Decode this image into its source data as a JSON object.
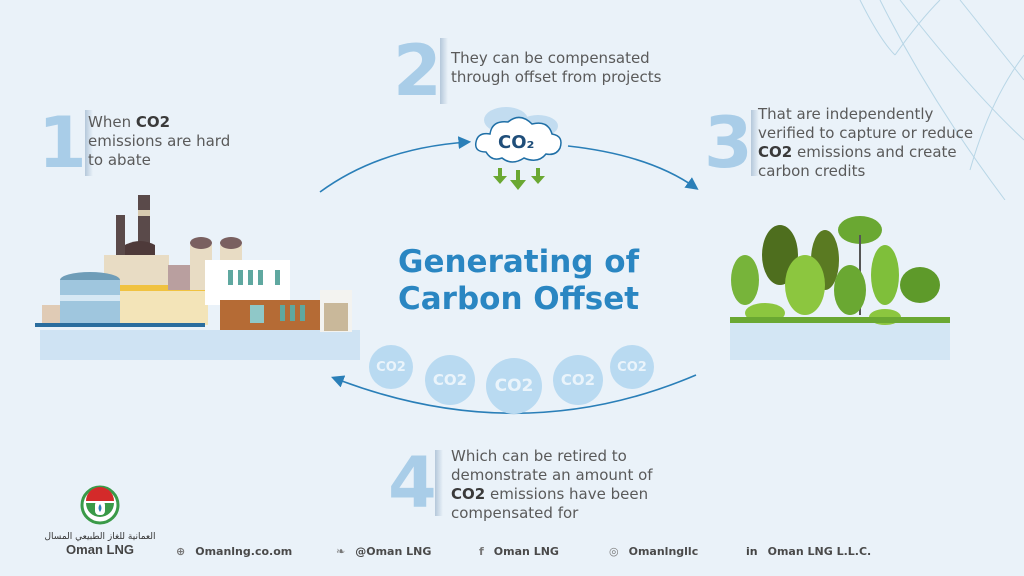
{
  "title": {
    "line1": "Generating of",
    "line2": "Carbon Offset"
  },
  "steps": [
    {
      "number": "1",
      "pre": "When ",
      "bold": "CO2",
      "post": " emissions are hard to abate"
    },
    {
      "number": "2",
      "text": "They can be compensated through offset from projects"
    },
    {
      "number": "3",
      "pre": "That are independently verified to capture or reduce ",
      "bold": "CO2",
      "post": " emissions and create carbon credits"
    },
    {
      "number": "4",
      "pre": "Which can be retired to demonstrate an amount of ",
      "bold": "CO2",
      "post": " emissions have been compensated for"
    }
  ],
  "cloud": {
    "label": "CO₂"
  },
  "bubbles": [
    "CO2",
    "CO2",
    "CO2",
    "CO2",
    "CO2"
  ],
  "logo": {
    "arabic": "العمانية للغاز الطبيعي المسال",
    "name": "Oman LNG"
  },
  "footer": [
    {
      "icon": "globe-icon",
      "glyph": "⊕",
      "label": "Omanlng.co.om"
    },
    {
      "icon": "twitter-icon",
      "glyph": "❧",
      "label": "@Oman LNG"
    },
    {
      "icon": "facebook-icon",
      "glyph": "f",
      "label": "Oman LNG"
    },
    {
      "icon": "instagram-icon",
      "glyph": "◎",
      "label": "Omanlngllc"
    },
    {
      "icon": "linkedin-icon",
      "glyph": "in",
      "label": "Oman LNG L.L.C."
    }
  ],
  "colors": {
    "background": "#eaf2f9",
    "accent": "#2a86c2",
    "number": "#a9cde8",
    "green": "#6aa832",
    "arrow": "#2a7fb8"
  }
}
